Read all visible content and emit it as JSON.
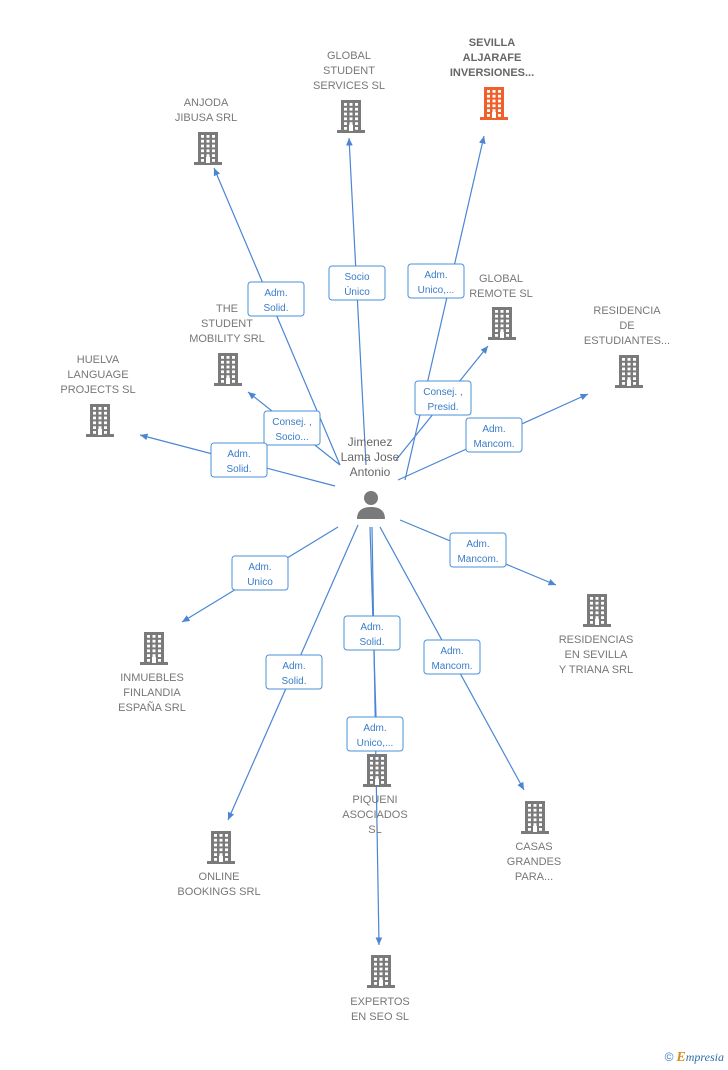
{
  "center": {
    "name_lines": [
      "Jimenez",
      "Lama Jose",
      "Antonio"
    ],
    "icon": "person-icon"
  },
  "colors": {
    "edge": "#4a86d4",
    "building": "#7a7a7a",
    "highlight": "#f0602a",
    "label": "#777777"
  },
  "companies": [
    {
      "id": "sevilla-aljarafe",
      "lines": [
        "SEVILLA",
        "ALJARAFE",
        "INVERSIONES..."
      ],
      "highlight": true,
      "relation": [
        "Adm.",
        "Unico,..."
      ]
    },
    {
      "id": "global-student",
      "lines": [
        "GLOBAL",
        "STUDENT",
        "SERVICES SL"
      ],
      "highlight": false,
      "relation": [
        "Socio",
        "Único"
      ]
    },
    {
      "id": "anjoda-jibusa",
      "lines": [
        "ANJODA",
        "JIBUSA SRL"
      ],
      "highlight": false,
      "relation": [
        "Adm.",
        "Solid."
      ]
    },
    {
      "id": "global-remote",
      "lines": [
        "GLOBAL",
        "REMOTE  SL"
      ],
      "highlight": false,
      "relation": [
        "Consej. ,",
        "Presid."
      ]
    },
    {
      "id": "residencia-estudiantes",
      "lines": [
        "RESIDENCIA",
        "DE",
        "ESTUDIANTES..."
      ],
      "highlight": false,
      "relation": [
        "Adm.",
        "Mancom."
      ]
    },
    {
      "id": "the-student-mobility",
      "lines": [
        "THE",
        "STUDENT",
        "MOBILITY SRL"
      ],
      "highlight": false,
      "relation": [
        "Consej. ,",
        "Socio..."
      ]
    },
    {
      "id": "huelva-language",
      "lines": [
        "HUELVA",
        "LANGUAGE",
        "PROJECTS  SL"
      ],
      "highlight": false,
      "relation": [
        "Adm.",
        "Solid."
      ]
    },
    {
      "id": "residencias-sevilla-triana",
      "lines": [
        "RESIDENCIAS",
        "EN SEVILLA",
        "Y TRIANA SRL"
      ],
      "highlight": false,
      "relation": [
        "Adm.",
        "Mancom."
      ]
    },
    {
      "id": "inmuebles-finlandia",
      "lines": [
        "INMUEBLES",
        "FINLANDIA",
        "ESPAÑA SRL"
      ],
      "highlight": false,
      "relation": [
        "Adm.",
        "Unico"
      ]
    },
    {
      "id": "piqueni-asociados",
      "lines": [
        "PIQUENI",
        "ASOCIADOS",
        "SL"
      ],
      "highlight": false,
      "relation": [
        "Adm.",
        "Solid."
      ]
    },
    {
      "id": "online-bookings",
      "lines": [
        "ONLINE",
        "BOOKINGS SRL"
      ],
      "highlight": false,
      "relation": [
        "Adm.",
        "Solid."
      ]
    },
    {
      "id": "casas-grandes",
      "lines": [
        "CASAS",
        "GRANDES",
        "PARA..."
      ],
      "highlight": false,
      "relation": [
        "Adm.",
        "Mancom."
      ]
    },
    {
      "id": "expertos-seo",
      "lines": [
        "EXPERTOS",
        "EN SEO  SL"
      ],
      "highlight": false,
      "relation": [
        "Adm.",
        "Unico,..."
      ]
    }
  ],
  "footer": {
    "copyright": "©",
    "brand_first": "E",
    "brand_rest": "mpresia"
  }
}
